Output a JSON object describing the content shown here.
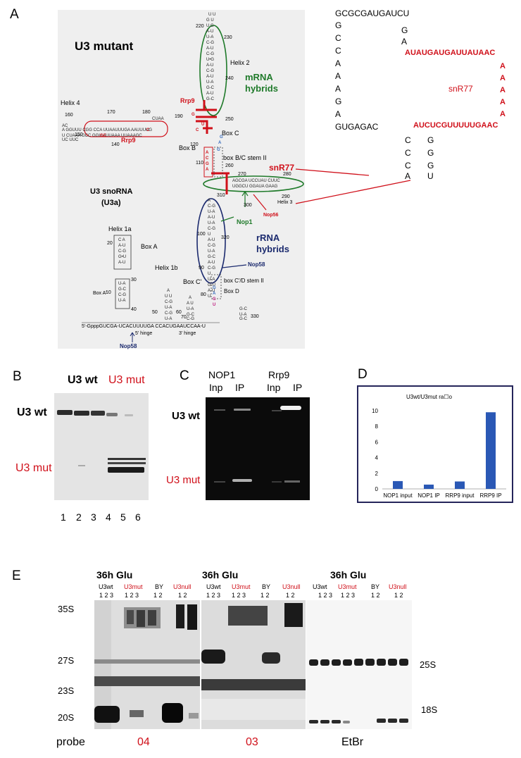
{
  "panelA": {
    "letter": "A",
    "title": "U3 mutant",
    "snorna_label": "U3 snoRNA",
    "snorna_sub": "(U3a)",
    "helix2": "Helix 2",
    "helix4": "Helix 4",
    "helix3": "Helix 3",
    "helix1a": "Helix 1a",
    "helix1b": "Helix 1b",
    "mrna1": "mRNA",
    "mrna2": "hybrids",
    "rrna1": "rRNA",
    "rrna2": "hybrids",
    "snr77": "snR77",
    "rrp9_top": "Rrp9",
    "rrp9_left": "Rrp9",
    "nop56": "Nop56",
    "nop1": "Nop1",
    "nop58_right": "Nop58",
    "nop58_bottom": "Nop58",
    "boxC": "Box C",
    "boxB": "Box B",
    "boxA": "Box A",
    "boxAprime": "Box A'",
    "boxCprime": "Box C'",
    "boxD": "Box D",
    "bc_stem": "box B/C stem II",
    "cd_stem": "box C'/D stem II",
    "hinge5": "5' hinge",
    "hinge3": "3' hinge",
    "seq5": "5'-GpppGUCGA-UCACUUUUGA CCACUGAAUCCAA-U",
    "nums": [
      "220",
      "230",
      "240",
      "250",
      "260",
      "270",
      "280",
      "290",
      "300",
      "310",
      "320",
      "330",
      "160",
      "170",
      "180",
      "190",
      "150",
      "140",
      "120",
      "110",
      "100",
      "90",
      "80",
      "70",
      "60",
      "50",
      "40",
      "30",
      "20",
      "10"
    ]
  },
  "snr77_seq": {
    "top": "GCGCGAUGAUCU",
    "left_col": [
      "G",
      "C",
      "C",
      "A",
      "A",
      "A",
      "G",
      "A"
    ],
    "right_top": [
      "G",
      "A"
    ],
    "red1": "AUAUGAUGAUUAUAAC",
    "red_col": [
      "A",
      "A",
      "A",
      "A",
      "A"
    ],
    "label": "snR77",
    "red2": "AUCUCGUUUUUGAAC",
    "gugagac": "GUGAGAC",
    "col3": [
      "C",
      "C",
      "C",
      "A"
    ],
    "col4": [
      "G",
      "G",
      "G",
      "U"
    ]
  },
  "panelB": {
    "letter": "B",
    "wt": "U3 wt",
    "mut": "U3 mut",
    "side_wt": "U3 wt",
    "side_mut": "U3 mut",
    "lanes": [
      "1",
      "2",
      "3",
      "4",
      "5",
      "6"
    ]
  },
  "panelC": {
    "letter": "C",
    "nop1": "NOP1",
    "rrp9": "Rrp9",
    "inp1": "Inp",
    "ip1": "IP",
    "inp2": "Inp",
    "ip2": "IP",
    "side_wt": "U3 wt",
    "side_mut": "U3 mut"
  },
  "panelD": {
    "letter": "D",
    "chart_data": {
      "type": "bar",
      "title": "U3wt/U3mut ra☐o",
      "categories": [
        "NOP1 input",
        "NOP1 IP",
        "RRP9 input",
        "RRP9 IP"
      ],
      "values": [
        1.0,
        0.55,
        0.95,
        9.8
      ],
      "ylim": [
        0,
        10
      ],
      "yticks": [
        0,
        2,
        4,
        6,
        8,
        10
      ],
      "color": "#2a58b5"
    }
  },
  "panelE": {
    "letter": "E",
    "glu1": "36h Glu",
    "glu2": "36h Glu",
    "glu3": "36h Glu",
    "u3wt": "U3wt",
    "u3mut": "U3mut",
    "by": "BY",
    "u3null": "U3null",
    "lanes3": "1 2 3",
    "lanes2": "1 2",
    "bands": [
      "35S",
      "27S",
      "23S",
      "20S"
    ],
    "right_bands": [
      "25S",
      "18S"
    ],
    "probe": "probe",
    "p04": "04",
    "p03": "03",
    "etbr": "EtBr"
  }
}
